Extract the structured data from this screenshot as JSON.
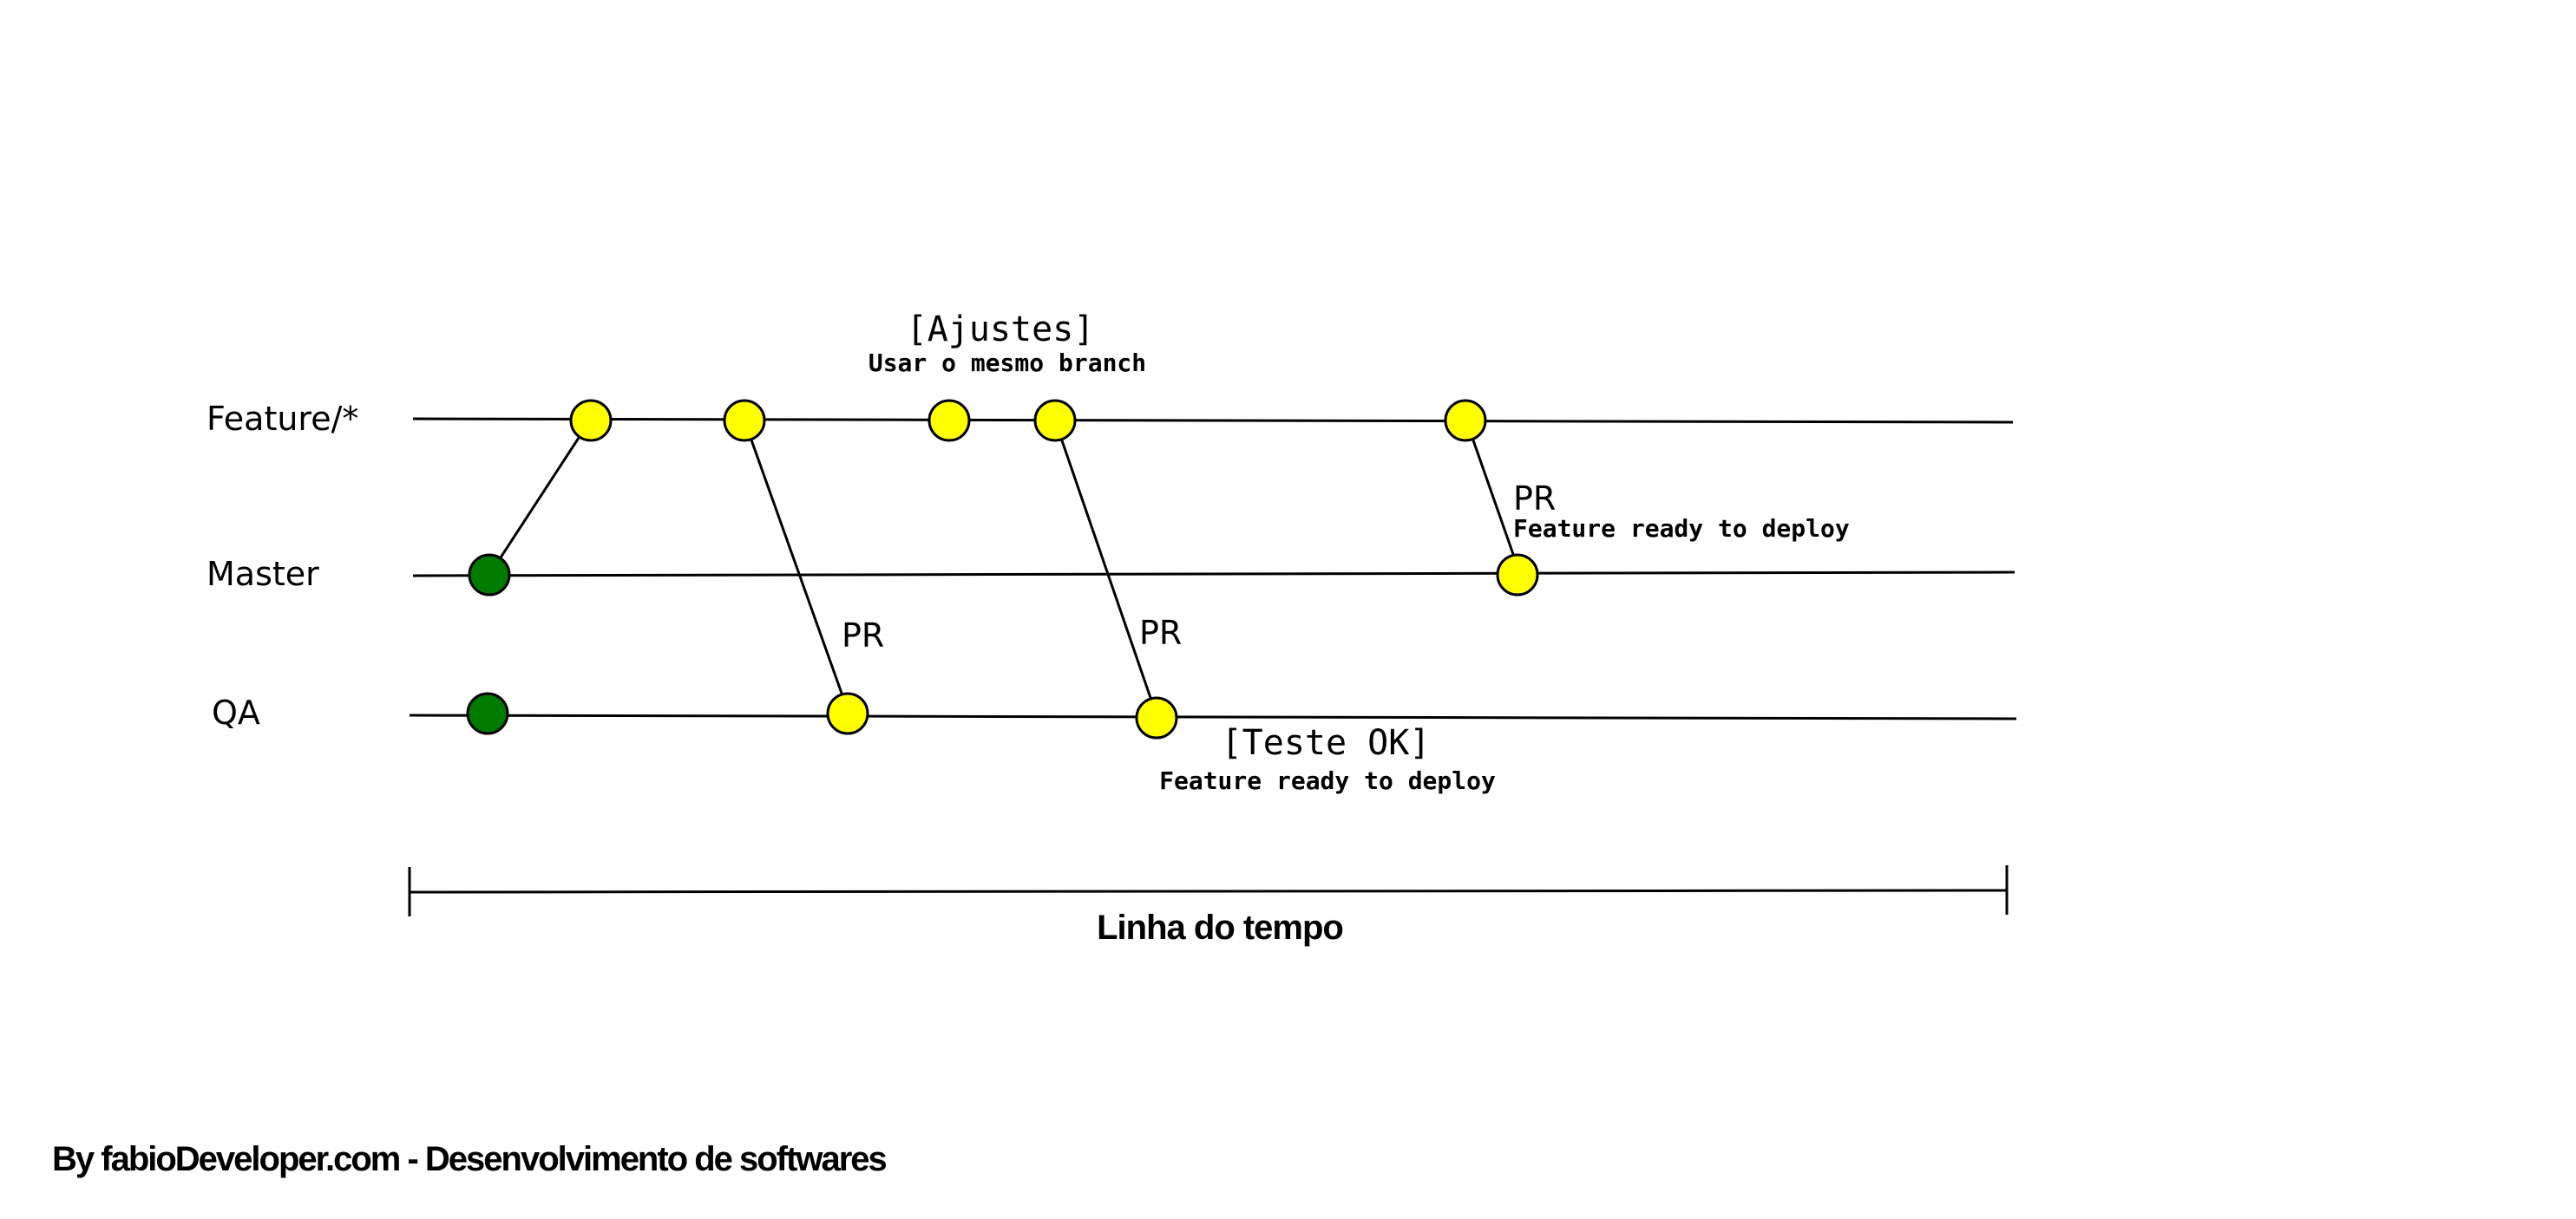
{
  "lanes": {
    "feature": "Feature/*",
    "master": "Master",
    "qa": "QA"
  },
  "annotations": {
    "ajustes_title": "[Ajustes]",
    "ajustes_sub": "Usar o mesmo branch",
    "pr_qa_1": "PR",
    "pr_qa_2": "PR",
    "pr_master": "PR",
    "pr_master_sub": "Feature ready to deploy",
    "teste_title": "[Teste OK]",
    "teste_sub": "Feature ready to deploy"
  },
  "timeline": {
    "label": "Linha do tempo"
  },
  "footer": {
    "credit": "By fabioDeveloper.com - Desenvolvimento de softwares"
  },
  "colors": {
    "commit_yellow": "#ffff00",
    "commit_green": "#007a00",
    "stroke": "#000000"
  }
}
